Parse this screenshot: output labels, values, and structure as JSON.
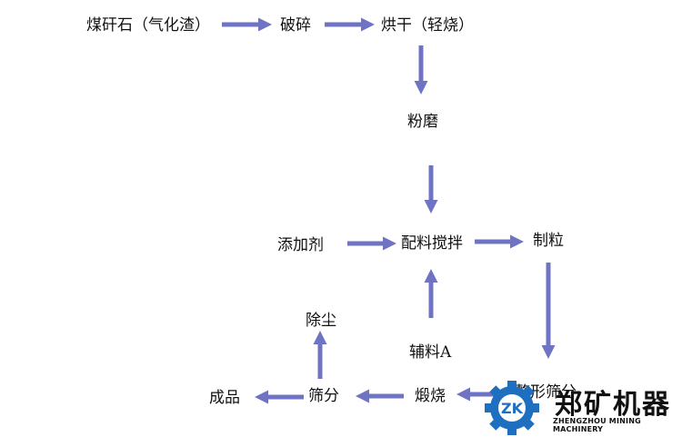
{
  "colors": {
    "arrow": "#6f73c4",
    "text": "#111111",
    "logo_blue": "#1f6fc0"
  },
  "nodes": {
    "gangue": "煤矸石（气化渣）",
    "crush": "破碎",
    "dry": "烘干（轻烧）",
    "grind": "粉磨",
    "additive": "添加剂",
    "mix": "配料搅拌",
    "granulate": "制粒",
    "dust": "除尘",
    "aux": "辅料A",
    "product": "成品",
    "screen": "筛分",
    "calcine": "煅烧",
    "forming": "整形筛分"
  },
  "logo": {
    "icon": "gear-icon",
    "mark": "ZK",
    "name_cn": "郑矿机器",
    "name_en": "ZHENGZHOU MINING MACHINERY"
  }
}
